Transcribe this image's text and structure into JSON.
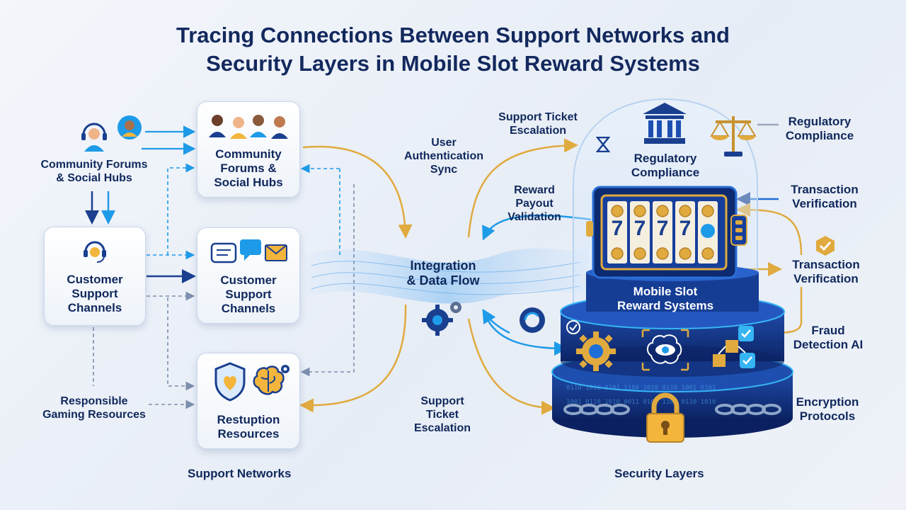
{
  "title": {
    "line1": "Tracing Connections Between Support Networks and",
    "line2": "Security Layers in Mobile Slot Reward Systems"
  },
  "left": {
    "community_label": "Community Forums\n& Social Hubs",
    "customer_label": "Customer\nSupport\nChannels",
    "responsible_label": "Responsible\nGaming Resources"
  },
  "cards": {
    "community": "Community\nForums &\nSocial Hubs",
    "customer": "Customer\nSupport\nChannels",
    "restitution": "Restuption\nResources"
  },
  "middle": {
    "user_auth": "User\nAuthentication\nSync",
    "integration": "Integration\n& Data Flow",
    "support_ticket_bottom": "Support\nTicket\nEscalation",
    "support_ticket_top": "Support Ticket\nEscalation",
    "reward_payout": "Reward\nPayout\nValidation"
  },
  "right": {
    "regulatory_inner": "Regulatory\nCompliance",
    "regulatory_outer": "Regulatory\nCompliance",
    "transaction_top": "Transaction\nVerification",
    "transaction_mid": "Transaction\nVerification",
    "fraud": "Fraud\nDetection AI",
    "encryption": "Encryption\nProtocols",
    "mobile_slot": "Mobile Slot\nReward Systems",
    "reels": [
      "7",
      "7",
      "7",
      "7"
    ]
  },
  "sections": {
    "support": "Support Networks",
    "security": "Security Layers"
  },
  "colors": {
    "navy": "#10285c",
    "blue": "#1e9be8",
    "gold": "#e0aa3e",
    "dark_blue": "#1a3f8f",
    "slate": "#7d8fae"
  },
  "icons": [
    "headset-icon",
    "people-icon",
    "chat-bubbles-icon",
    "shield-heart-icon",
    "brain-gear-icon",
    "bank-icon",
    "scales-icon",
    "hourglass-icon",
    "slot-machine-icon",
    "gear-icon",
    "ai-eye-brain-icon",
    "blocks-icon",
    "padlock-icon",
    "chain-icon",
    "check-shield-icon"
  ]
}
